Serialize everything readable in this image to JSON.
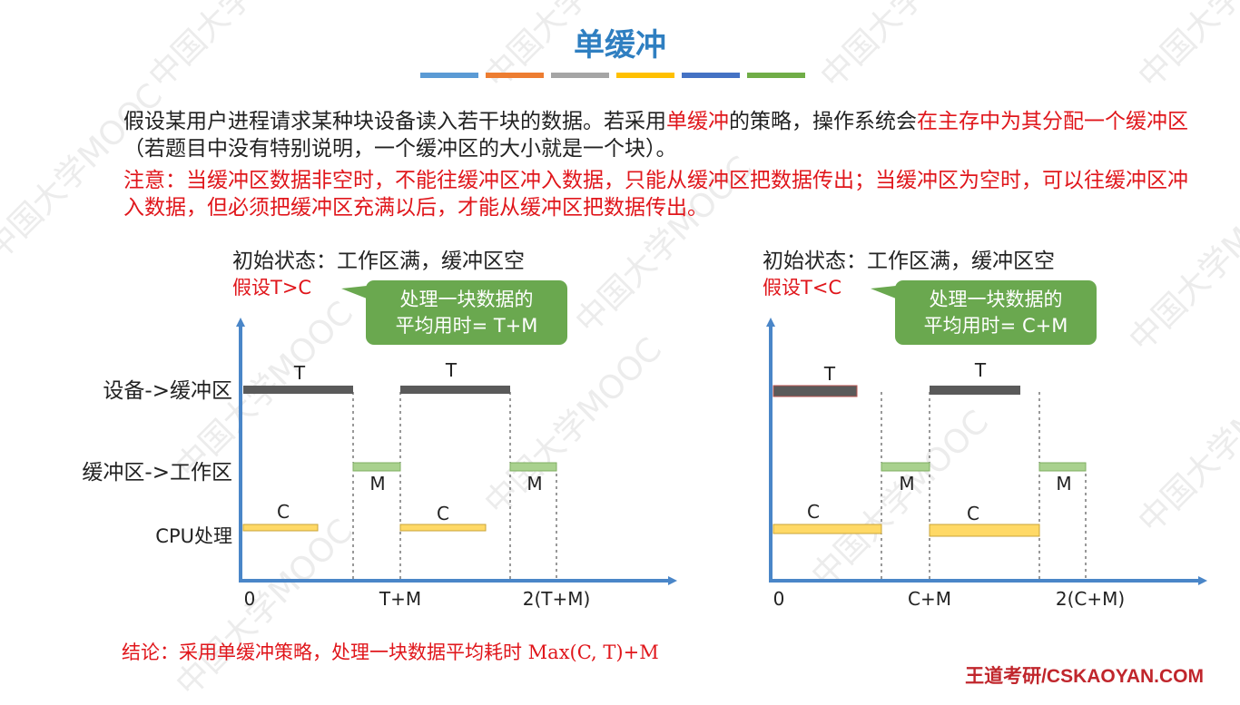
{
  "title": "单缓冲",
  "title_bar_colors": [
    "#5b9bd5",
    "#ed7d31",
    "#a5a5a5",
    "#ffc000",
    "#4472c4",
    "#70ad47"
  ],
  "paragraph1": {
    "part1": "假设某用户进程请求某种块设备读入若干块的数据。若采用",
    "highlight1": "单缓冲",
    "part2": "的策略，操作系统会",
    "highlight2": "在主存中为其分配一个缓冲区",
    "part3": "（若题目中没有特别说明，一个缓冲区的大小就是一个块）。"
  },
  "paragraph2": "注意：当缓冲区数据非空时，不能往缓冲区冲入数据，只能从缓冲区把数据传出；当缓冲区为空时，可以往缓冲区冲入数据，但必须把缓冲区充满以后，才能从缓冲区把数据传出。",
  "row_labels": [
    "设备->缓冲区",
    "缓冲区->工作区",
    "CPU处理"
  ],
  "diagrams": [
    {
      "initial_state": "初始状态：工作区满，缓冲区空",
      "assumption": "假设T>C",
      "callout_line1": "处理一块数据的",
      "callout_line2": "平均用时= T+M",
      "bar_labels": {
        "t": "T",
        "m": "M",
        "c": "C"
      },
      "x_labels": [
        "0",
        "T+M",
        "2(T+M)"
      ]
    },
    {
      "initial_state": "初始状态：工作区满，缓冲区空",
      "assumption": "假设T<C",
      "callout_line1": "处理一块数据的",
      "callout_line2": "平均用时= C+M",
      "bar_labels": {
        "t": "T",
        "m": "M",
        "c": "C"
      },
      "x_labels": [
        "0",
        "C+M",
        "2(C+M)"
      ]
    }
  ],
  "conclusion": "结论：采用单缓冲策略，处理一块数据平均耗时 Max(C, T)+M",
  "logo": "王道考研/CSKAOYAN.COM",
  "watermark": "中国大学MOOC",
  "colors": {
    "axis": "#4a86c8",
    "device_bar": "#5a5a5a",
    "transfer_bar": "#a9d18e",
    "cpu_bar": "#ffd966",
    "callout": "#6aa84f",
    "red": "#e0161b"
  }
}
